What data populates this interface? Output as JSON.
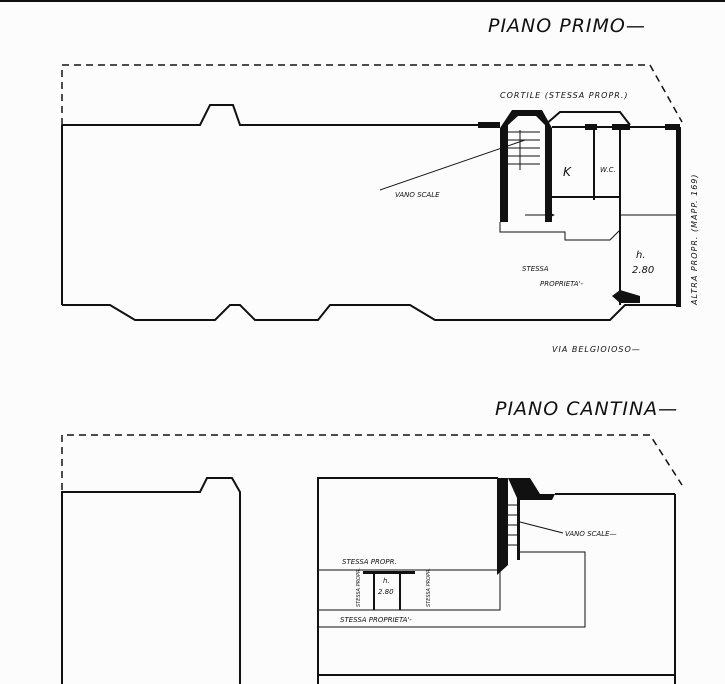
{
  "upper_floor": {
    "title": "PIANO PRIMO—",
    "courtyard_label": "CORTILE (STESSA PROPR.)",
    "stairwell_label": "VANO SCALE",
    "kitchen_label": "K",
    "wc_label": "W.C.",
    "height_label": "h.",
    "height_value": "2.80",
    "same_property_line1": "STESSA",
    "same_property_line2": "PROPRIETA'-",
    "other_property_label": "ALTRA PROPR. (MAPP. 169)",
    "street_label": "VIA BELGIOIOSO—"
  },
  "cellar_floor": {
    "title": "PIANO CANTINA—",
    "stairwell_label": "VANO SCALE—",
    "same_property_top": "STESSA PROPR.",
    "same_property_left": "STESSA PROPR.",
    "same_property_right": "STESSA PROPR.",
    "height_label": "h.",
    "height_value": "2.80",
    "same_property_bottom": "STESSA PROPRIETA'-"
  }
}
